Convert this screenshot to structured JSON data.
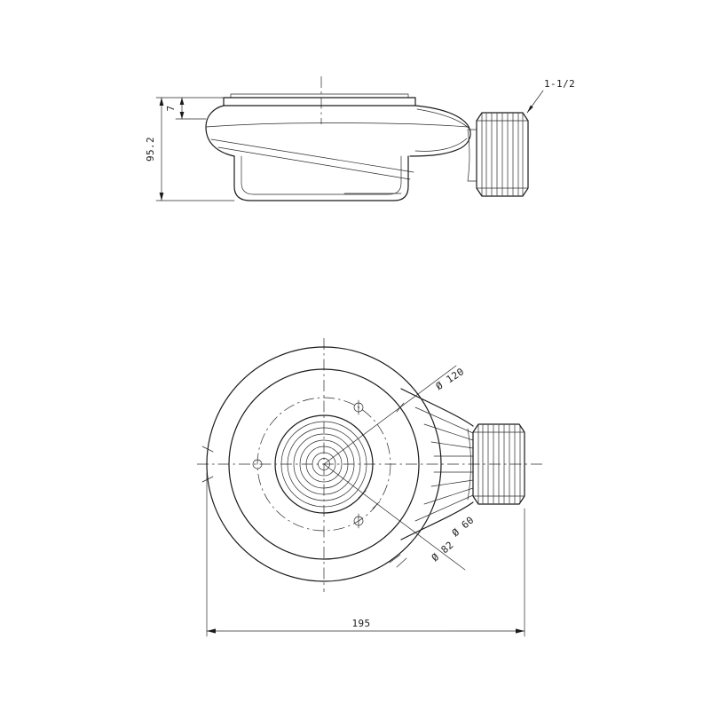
{
  "meta": {
    "kind": "technical-drawing",
    "background": "#ffffff",
    "line_color": "#1a1a1a"
  },
  "dimensions": {
    "side_view": {
      "overall_height": "95.2",
      "flange_height": "7",
      "thread_size": "1-1/2"
    },
    "plan_view": {
      "body_diameter": "Ø 120",
      "outlet_diameter": "Ø 60",
      "bolt_circle_diameter": "Ø 82",
      "overall_length": "195"
    }
  }
}
